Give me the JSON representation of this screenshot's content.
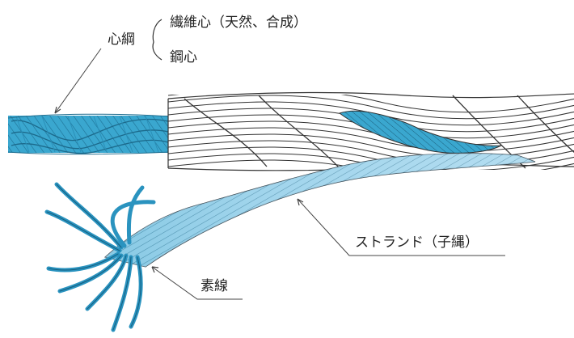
{
  "labels": {
    "core_rope": "心綱",
    "fiber_core": "繊維心（天然、合成）",
    "steel_core": "鋼心",
    "strand": "ストランド（子縄）",
    "wire": "素線"
  },
  "colors": {
    "rope_blue": "#3aa7cf",
    "rope_blue_dark": "#1f84ad",
    "strand_light": "#a9d8ee",
    "outline": "#333333",
    "leader": "#444444"
  }
}
